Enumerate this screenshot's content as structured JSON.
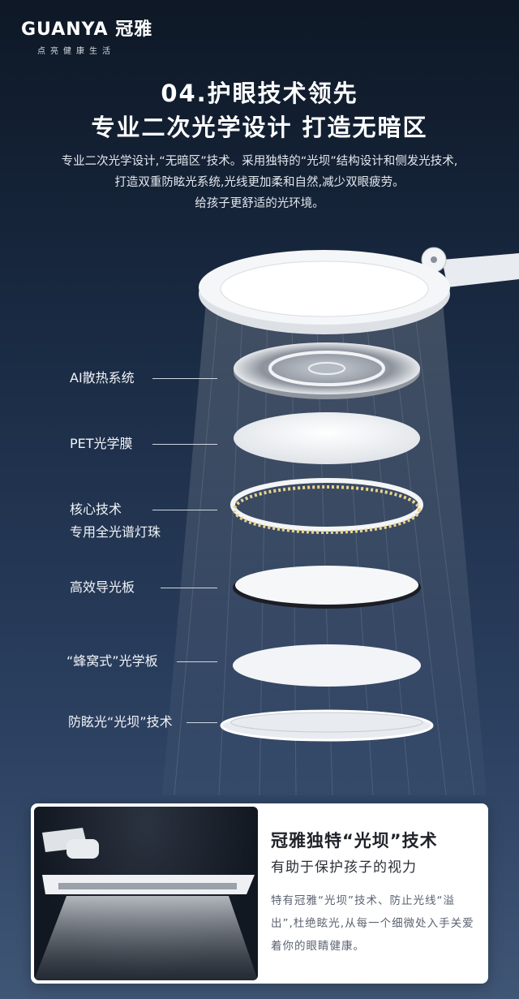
{
  "brand": {
    "name": "GUANYA 冠雅",
    "tagline": "点亮健康生活"
  },
  "heading": {
    "line1": "04.护眼技术领先",
    "line2": "专业二次光学设计 打造无暗区"
  },
  "description": {
    "line1": "专业二次光学设计,“无暗区”技术。采用独特的“光坝”结构设计和侧发光技术,",
    "line2": "打造双重防眩光系统,光线更加柔和自然,减少双眼疲劳。",
    "line3": "给孩子更舒适的光环境。"
  },
  "layers": [
    {
      "label": "AI散热系统"
    },
    {
      "label": "PET光学膜"
    },
    {
      "label": "核心技术",
      "label2": "专用全光谱灯珠"
    },
    {
      "label": "高效导光板"
    },
    {
      "label": "“蜂窝式”光学板"
    },
    {
      "label": "防眩光“光坝”技术"
    }
  ],
  "card": {
    "title": "冠雅独特“光坝”技术",
    "subtitle": "有助于保护孩子的视力",
    "body": "特有冠雅“光坝”技术、防止光线“溢出”,杜绝眩光,从每一个细微处入手关爱着你的眼睛健康。"
  },
  "colors": {
    "background_top": "#0e1826",
    "background_bottom": "#3f5675",
    "led_strip": "#e9d48a",
    "card_bg": "#ffffff"
  }
}
